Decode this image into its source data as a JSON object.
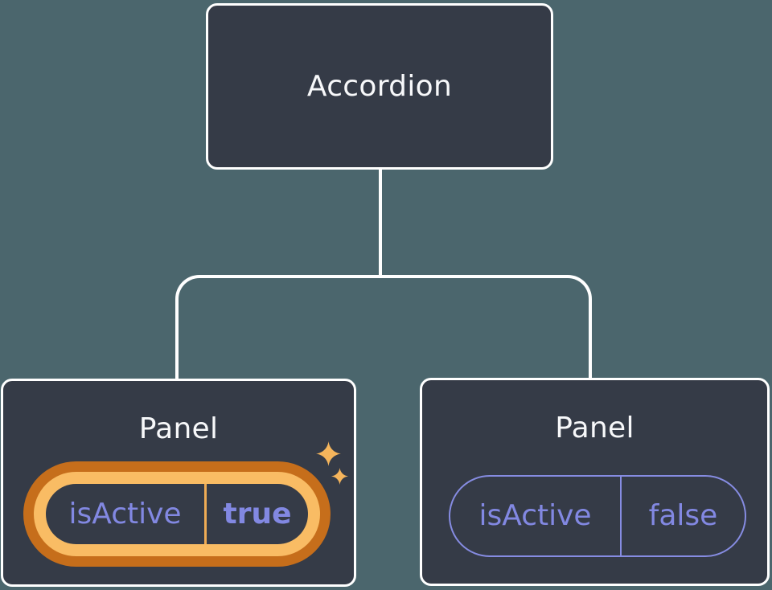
{
  "diagram": {
    "root": {
      "label": "Accordion"
    },
    "panels": [
      {
        "label": "Panel",
        "prop_name": "isActive",
        "prop_value": "true",
        "highlighted": true
      },
      {
        "label": "Panel",
        "prop_name": "isActive",
        "prop_value": "false",
        "highlighted": false
      }
    ]
  },
  "icons": {
    "sparkle_big": "four-point-star",
    "sparkle_small": "four-point-star"
  },
  "colors": {
    "background": "#4B666D",
    "card": "#353B47",
    "card_border": "#FFFFFF",
    "connector": "#FFFFFF",
    "title_text": "#F7F8FA",
    "prop_purple": "#8288E2",
    "pill_purple": "#868CE2",
    "ring_outer_orange": "#C66E1B",
    "ring_inner_gold": "#F9BC64",
    "divider_gold": "#EFAC55",
    "sparkle_gold": "#F5B55C"
  }
}
